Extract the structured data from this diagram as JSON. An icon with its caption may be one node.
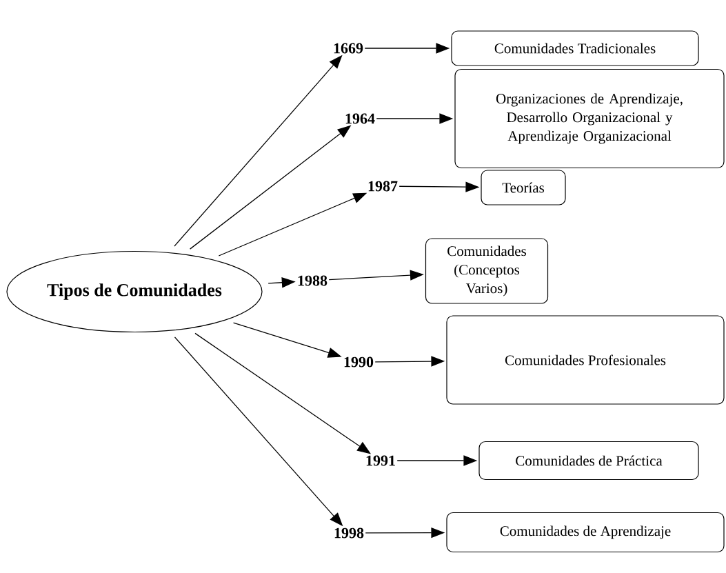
{
  "diagram": {
    "nodes": [
      {
        "text": [
          "Tipos de Comunidades"
        ]
      },
      {
        "text": [
          "1669"
        ]
      },
      {
        "text": [
          "1964"
        ]
      },
      {
        "text": [
          "1987"
        ]
      },
      {
        "text": [
          "1988"
        ]
      },
      {
        "text": [
          "1990"
        ]
      },
      {
        "text": [
          "1991"
        ]
      },
      {
        "text": [
          "1998"
        ]
      },
      {
        "text": [
          "Comunidades Tradicionales"
        ]
      },
      {
        "text": [
          "Organizaciones de Aprendizaje, Desarrollo Organizacional y Aprendizaje Organizacional"
        ]
      },
      {
        "text": [
          "Teorías"
        ]
      },
      {
        "text": [
          "Comunidades (Conceptos Varios)"
        ]
      },
      {
        "text": [
          "Comunidades Profesionales"
        ]
      },
      {
        "text": [
          "Comunidades de Práctica"
        ]
      },
      {
        "text": [
          "Comunidades de Aprendizaje"
        ]
      }
    ],
    "edges": [
      {
        "from": 0,
        "to": 1,
        "arrow": "to"
      },
      {
        "from": 0,
        "to": 2,
        "arrow": "to"
      },
      {
        "from": 0,
        "to": 3,
        "arrow": "to"
      },
      {
        "from": 0,
        "to": 4,
        "arrow": "to"
      },
      {
        "from": 0,
        "to": 5,
        "arrow": "to"
      },
      {
        "from": 0,
        "to": 6,
        "arrow": "to"
      },
      {
        "from": 0,
        "to": 7,
        "arrow": "to"
      },
      {
        "from": 1,
        "to": 8,
        "arrow": "to"
      },
      {
        "from": 2,
        "to": 9,
        "arrow": "to"
      },
      {
        "from": 3,
        "to": 10,
        "arrow": "to"
      },
      {
        "from": 4,
        "to": 11,
        "arrow": "to"
      },
      {
        "from": 5,
        "to": 12,
        "arrow": "to"
      },
      {
        "from": 6,
        "to": 13,
        "arrow": "to"
      },
      {
        "from": 7,
        "to": 14,
        "arrow": "to"
      }
    ]
  }
}
